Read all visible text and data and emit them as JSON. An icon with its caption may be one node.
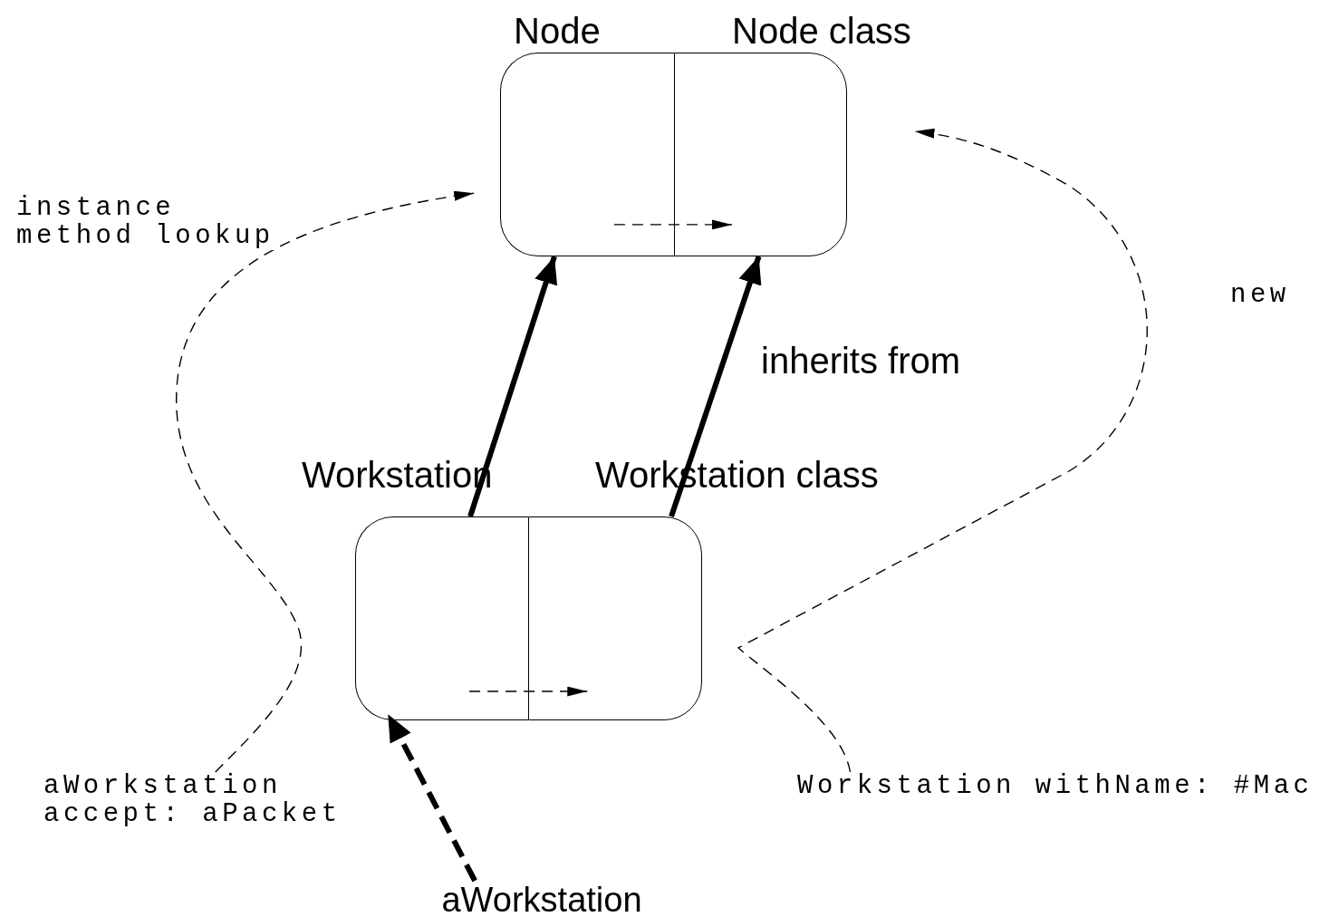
{
  "diagram": {
    "nodes": [
      {
        "text": [
          "Node"
        ]
      },
      {
        "text": [
          "Node class"
        ]
      },
      {
        "text": [
          "Workstation"
        ]
      },
      {
        "text": [
          "Workstation class"
        ]
      },
      {
        "text": [
          "aWorkstation"
        ]
      },
      {
        "text": [
          "aWorkstation accept: aPacket"
        ]
      },
      {
        "text": [
          "Workstation withName: #Mac"
        ]
      }
    ],
    "edges": [
      {
        "from": 2,
        "to": 0,
        "arrow": "to",
        "style": "thick"
      },
      {
        "from": 3,
        "to": 1,
        "arrow": "to",
        "style": "thick",
        "label": "inherits from"
      },
      {
        "from": 0,
        "to": 1,
        "arrow": "to",
        "style": "dashed"
      },
      {
        "from": 2,
        "to": 3,
        "arrow": "to",
        "style": "dashed"
      },
      {
        "from": 4,
        "to": 2,
        "arrow": "to",
        "style": "dashed"
      },
      {
        "from": 5,
        "to": 0,
        "arrow": "to",
        "style": "dashed",
        "label": "instance method lookup"
      },
      {
        "from": 6,
        "to": 1,
        "arrow": "to",
        "style": "dashed",
        "label": "new"
      }
    ]
  }
}
